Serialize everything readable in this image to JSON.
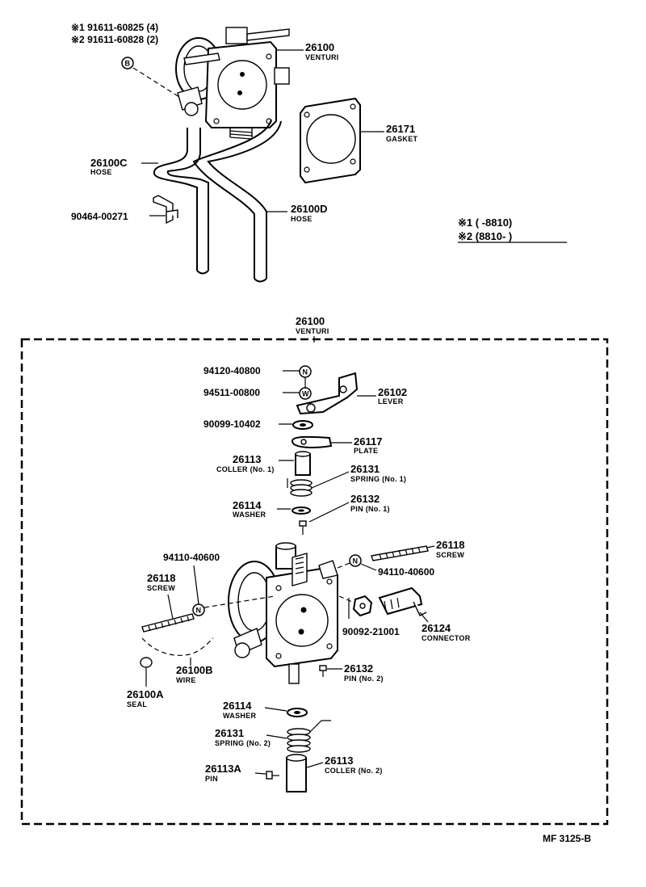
{
  "notes": {
    "star1_code": "※1 91611-60825 (4)",
    "star2_code": "※2 91611-60828 (2)",
    "star1_range": "※1 (      -8810)",
    "star2_range": "※2 (8810-        )"
  },
  "markers": {
    "b": "B",
    "n": "N",
    "w": "W"
  },
  "top": {
    "venturi_no": "26100",
    "venturi_name": "VENTURI",
    "gasket_no": "26171",
    "gasket_name": "GASKET",
    "hose_c_no": "26100C",
    "hose_c_name": "HOSE",
    "hose_d_no": "26100D",
    "hose_d_name": "HOSE",
    "clamp_no": "90464-00271"
  },
  "frame": {
    "venturi_no": "26100",
    "venturi_name": "VENTURI"
  },
  "parts": {
    "p94120": "94120-40800",
    "p94511": "94511-00800",
    "lever_no": "26102",
    "lever_name": "LEVER",
    "p90099": "90099-10402",
    "plate_no": "26117",
    "plate_name": "PLATE",
    "coller1_no": "26113",
    "coller1_name": "COLLER (No. 1)",
    "spring1_no": "26131",
    "spring1_name": "SPRING (No. 1)",
    "washer1_no": "26114",
    "washer1_name": "WASHER",
    "pin1_no": "26132",
    "pin1_name": "PIN (No. 1)",
    "screw_r_no": "26118",
    "screw_r_name": "SCREW",
    "p94110_r": "94110-40600",
    "p94110_l": "94110-40600",
    "screw_l_no": "26118",
    "screw_l_name": "SCREW",
    "nut_no": "90092-21001",
    "connector_no": "26124",
    "connector_name": "CONNECTOR",
    "wire_no": "26100B",
    "wire_name": "WIRE",
    "seal_no": "26100A",
    "seal_name": "SEAL",
    "pin2_no": "26132",
    "pin2_name": "PIN (No. 2)",
    "washer2_no": "26114",
    "washer2_name": "WASHER",
    "spring2_no": "26131",
    "spring2_name": "SPRING (No. 2)",
    "pin3_no": "26113A",
    "pin3_name": "PIN",
    "coller2_no": "26113",
    "coller2_name": "COLLER (No. 2)"
  },
  "figure_ref": "MF 3125-B"
}
